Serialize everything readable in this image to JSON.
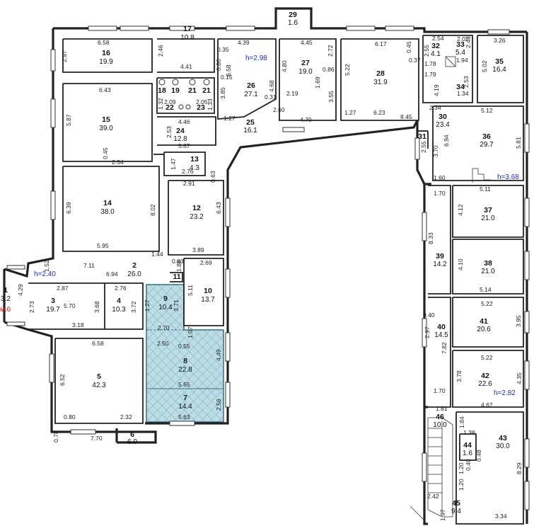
{
  "colors": {
    "highlight": "#bcdce6",
    "highlight_stroke": "#3b6f84",
    "height_label": "#1a2fc9",
    "warning": "#d11111"
  },
  "rooms": [
    {
      "num": "1",
      "area": "3.2"
    },
    {
      "num": "2",
      "area": "26.0"
    },
    {
      "num": "3",
      "area": "19.7"
    },
    {
      "num": "4",
      "area": "10.3"
    },
    {
      "num": "5",
      "area": "42.3"
    },
    {
      "num": "6",
      "area": "6.0"
    },
    {
      "num": "7",
      "area": "14.4"
    },
    {
      "num": "8",
      "area": "22.8"
    },
    {
      "num": "9",
      "area": "10.4"
    },
    {
      "num": "10",
      "area": "13.7"
    },
    {
      "num": "11",
      "area": ""
    },
    {
      "num": "12",
      "area": "23.2"
    },
    {
      "num": "13",
      "area": "4.3"
    },
    {
      "num": "14",
      "area": "38.0"
    },
    {
      "num": "15",
      "area": "39.0"
    },
    {
      "num": "16",
      "area": "19.9"
    },
    {
      "num": "17",
      "area": "10.8"
    },
    {
      "num": "18",
      "area": ""
    },
    {
      "num": "19",
      "area": ""
    },
    {
      "num": "21",
      "area": ""
    },
    {
      "num": "21",
      "area": ""
    },
    {
      "num": "22",
      "area": ""
    },
    {
      "num": "23",
      "area": ""
    },
    {
      "num": "24",
      "area": "12.8"
    },
    {
      "num": "25",
      "area": "16.1"
    },
    {
      "num": "26",
      "area": "27.1"
    },
    {
      "num": "27",
      "area": "19.0"
    },
    {
      "num": "28",
      "area": "31.9"
    },
    {
      "num": "29",
      "area": "1.6"
    },
    {
      "num": "30",
      "area": "23.4"
    },
    {
      "num": "31",
      "area": ""
    },
    {
      "num": "32",
      "area": "4.1"
    },
    {
      "num": "33",
      "area": "5.4"
    },
    {
      "num": "34",
      "area": ""
    },
    {
      "num": "35",
      "area": "16.4"
    },
    {
      "num": "36",
      "area": "29.7"
    },
    {
      "num": "37",
      "area": "21.0"
    },
    {
      "num": "38",
      "area": "21.0"
    },
    {
      "num": "39",
      "area": "14.2"
    },
    {
      "num": "40",
      "area": "14.5"
    },
    {
      "num": "41",
      "area": "20.6"
    },
    {
      "num": "42",
      "area": "22.6"
    },
    {
      "num": "43",
      "area": "30.0"
    },
    {
      "num": "44",
      "area": "1.6"
    },
    {
      "num": "45",
      "area": "9.4"
    },
    {
      "num": "46",
      "area": "10.0"
    }
  ],
  "height_labels": [
    "h=2.98",
    "h=2.40",
    "h=3.68",
    "h=2.82"
  ],
  "marker": "м.6",
  "dims": [
    "6.58",
    "2.97",
    "2.46",
    "4.41",
    "0.35",
    "0.80",
    "4.39",
    "4.68",
    "6.58",
    "3.85",
    "0.15",
    "0.31",
    "2.19",
    "4.45",
    "2.72",
    "0.86",
    "1.69",
    "3.55",
    "2.60",
    "1.27",
    "4.70",
    "4.80",
    "6.17",
    "0.45",
    "0.37",
    "5.22",
    "1.27",
    "6.23",
    "8.45",
    "2.54",
    "3.26",
    "1.78",
    "2.55",
    "2.48",
    "1.79",
    "1.34",
    "1.94",
    "2.02",
    "2.53",
    "5.02",
    "4.19",
    "2.34",
    "5.12",
    "6.43",
    "5.87",
    "1.32",
    "2.09",
    "2.05",
    "1.33",
    "4.46",
    "2.53",
    "5.87",
    "0.45",
    "2.54",
    "1.47",
    "2.76",
    "0.63",
    "2.91",
    "8.02",
    "6.39",
    "6.43",
    "5.95",
    "1.44",
    "3.89",
    "0.83",
    "1.88",
    "2.69",
    "5.11",
    "7.11",
    "1.52",
    "6.94",
    "2.87",
    "2.76",
    "5.70",
    "3.68",
    "3.72",
    "2.73",
    "4.29",
    "3.18",
    "1.27",
    "3.71",
    "2.70",
    "2.50",
    "0.55",
    "1.07",
    "6.58",
    "6.52",
    "4.49",
    "5.65",
    "2.56",
    "5.63",
    "0.80",
    "2.32",
    "0.78",
    "7.70",
    "3.70",
    "2.55",
    "6.94",
    "1.60",
    "5.81",
    "1.70",
    "5.11",
    "4.12",
    "8.33",
    "4.10",
    "5.14",
    "0.40",
    "5.22",
    "3.95",
    "2.97",
    "7.82",
    "5.22",
    "3.78",
    "4.35",
    "1.70",
    "4.67",
    "1.81",
    "1.84",
    "1.38",
    "0.48",
    "0.40",
    "8.29",
    "1.20",
    "1.20",
    "2.42",
    "1.97",
    "3.34"
  ]
}
